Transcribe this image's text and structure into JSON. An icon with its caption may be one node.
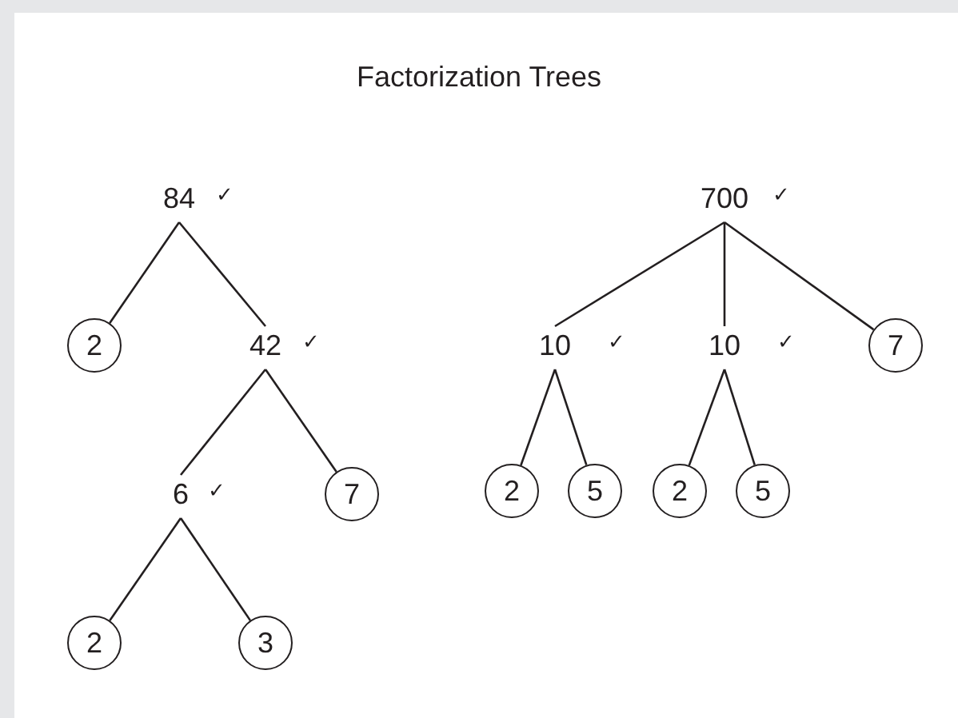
{
  "diagram": {
    "title": "Factorization Trees",
    "nodes": [
      {
        "text": [
          "84"
        ],
        "beside": [
          "✓"
        ]
      },
      {
        "text": [
          "700"
        ],
        "beside": [
          "✓"
        ]
      },
      {
        "text": [
          "2"
        ]
      },
      {
        "text": [
          "42"
        ],
        "beside": [
          "✓"
        ]
      },
      {
        "text": [
          "10"
        ],
        "beside": [
          "✓"
        ]
      },
      {
        "text": [
          "10"
        ],
        "beside": [
          "✓"
        ]
      },
      {
        "text": [
          "7"
        ]
      },
      {
        "text": [
          "6"
        ],
        "beside": [
          "✓"
        ]
      },
      {
        "text": [
          "7"
        ]
      },
      {
        "text": [
          "2"
        ]
      },
      {
        "text": [
          "5"
        ]
      },
      {
        "text": [
          "2"
        ]
      },
      {
        "text": [
          "5"
        ]
      },
      {
        "text": [
          "2"
        ]
      },
      {
        "text": [
          "3"
        ]
      }
    ],
    "edges": [
      {
        "from": 0,
        "to": 2,
        "arrow": "none"
      },
      {
        "from": 0,
        "to": 3,
        "arrow": "none"
      },
      {
        "from": 1,
        "to": 4,
        "arrow": "none"
      },
      {
        "from": 1,
        "to": 5,
        "arrow": "none"
      },
      {
        "from": 1,
        "to": 6,
        "arrow": "none"
      },
      {
        "from": 3,
        "to": 7,
        "arrow": "none"
      },
      {
        "from": 3,
        "to": 8,
        "arrow": "none"
      },
      {
        "from": 4,
        "to": 9,
        "arrow": "none"
      },
      {
        "from": 4,
        "to": 10,
        "arrow": "none"
      },
      {
        "from": 5,
        "to": 11,
        "arrow": "none"
      },
      {
        "from": 5,
        "to": 12,
        "arrow": "none"
      },
      {
        "from": 7,
        "to": 13,
        "arrow": "none"
      },
      {
        "from": 7,
        "to": 14,
        "arrow": "none"
      }
    ]
  }
}
